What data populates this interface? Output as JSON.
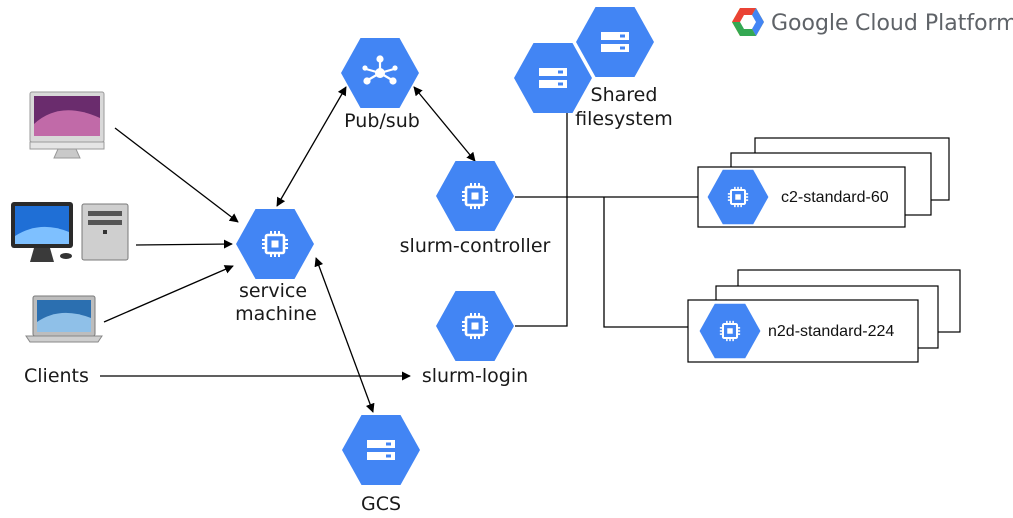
{
  "brand": {
    "google": "Google",
    "rest": "Cloud Platform",
    "logo_colors": [
      "#ea4335",
      "#fbbc04",
      "#34a853",
      "#4285f4"
    ]
  },
  "nodes": {
    "pubsub": {
      "label": "Pub/sub",
      "icon": "pubsub-icon"
    },
    "service": {
      "label_line1": "service",
      "label_line2": "machine",
      "icon": "compute-engine-icon"
    },
    "slurm_controller": {
      "label": "slurm-controller",
      "icon": "compute-engine-icon"
    },
    "slurm_login": {
      "label": "slurm-login",
      "icon": "compute-engine-icon"
    },
    "shared_fs": {
      "label_line1": "Shared",
      "label_line2": "filesystem",
      "icon": "storage-icon"
    },
    "gcs": {
      "label": "GCS",
      "icon": "storage-icon"
    },
    "c2": {
      "label": "c2-standard-60",
      "icon": "compute-engine-icon"
    },
    "n2d": {
      "label": "n2d-standard-224",
      "icon": "compute-engine-icon"
    }
  },
  "clients": {
    "label": "Clients",
    "devices": [
      "imac-icon",
      "desktop-pc-icon",
      "laptop-icon"
    ]
  },
  "colors": {
    "hex": "#4285f4",
    "icon": "#ffffff"
  }
}
